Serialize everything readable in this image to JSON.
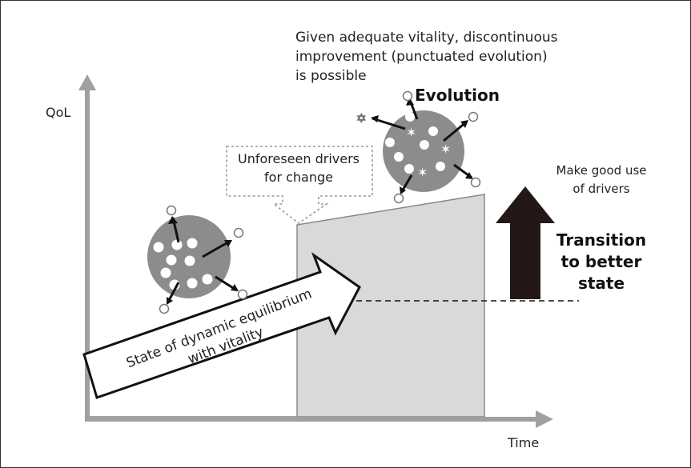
{
  "headline": {
    "line1": "Given adequate vitality, discontinuous",
    "line2": "improvement (punctuated evolution)",
    "line3": "is possible"
  },
  "axes": {
    "y_label": "QoL",
    "x_label": "Time"
  },
  "evolution_label": "Evolution",
  "unforeseen_drivers": {
    "line1": "Unforeseen drivers",
    "line2": "for change"
  },
  "good_use": {
    "line1": "Make good use",
    "line2": "of drivers"
  },
  "transition": {
    "line1": "Transition",
    "line2": "to better",
    "line3": "state"
  },
  "equilibrium_arrow": {
    "line1": "State of dynamic equilibrium",
    "line2": "with vitality"
  },
  "colors": {
    "area_fill": "#d9d9d9",
    "axis": "#999999",
    "sphere": "#8c8c8c",
    "big_arrow": "#231815"
  }
}
